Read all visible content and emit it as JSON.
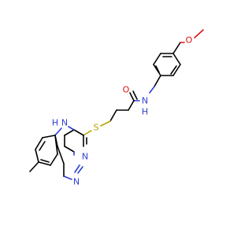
{
  "molecule": {
    "atom_labels": {
      "amide_nitrogen": "N",
      "amide_hydrogen": "H",
      "indole_nitrogen": "N",
      "indole_hydrogen": "H",
      "pyrimidine_nitrogen_upper": "N",
      "pyrimidine_nitrogen_lower": "N",
      "carbonyl_oxygen": "O",
      "ether_oxygen": "O",
      "thioether_sulfur": "S"
    },
    "colors": {
      "carbon_bond": "#000000",
      "nitrogen": "#2f3fd0",
      "oxygen": "#e01010",
      "sulfur": "#b3a400"
    }
  }
}
